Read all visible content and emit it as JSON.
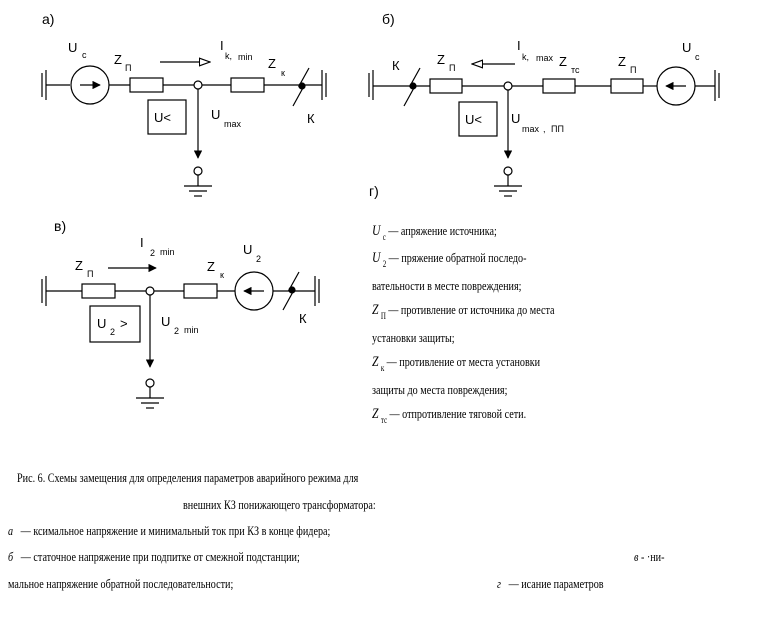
{
  "panels": {
    "a": "а)",
    "b": "б)",
    "v": "в)",
    "g": "г)"
  },
  "panel_a": {
    "source_sym": "U",
    "source_sub": "c",
    "line_sym": "Z",
    "line_sub": "П",
    "current_sym": "I",
    "current_sub1": "k,",
    "current_sub2": "min",
    "fault_imp_sym": "Z",
    "fault_imp_sub": "к",
    "relay_label": "U<",
    "voltage_sym": "U",
    "voltage_sub": "max",
    "fault_label": "К"
  },
  "panel_b": {
    "fault_label": "К",
    "line_sym": "Z",
    "line_sub": "П",
    "current_sym": "I",
    "current_sub1": "k,",
    "current_sub2": "max",
    "tract_sym": "Z",
    "tract_sub": "тс",
    "line2_sym": "Z",
    "line2_sub": "П",
    "source_sym": "U",
    "source_sub": "c",
    "relay_label": "U<",
    "voltage_sym": "U",
    "voltage_sub1": "max",
    "voltage_sub2": ",",
    "voltage_sub3": "ПП"
  },
  "panel_v": {
    "line_sym": "Z",
    "line_sub": "П",
    "current_sym": "I",
    "current_sub1": "2",
    "current_sub2": "min",
    "fault_imp_sym": "Z",
    "fault_imp_sub": "к",
    "source_sym": "U",
    "source_sub": "2",
    "relay_sym": "U",
    "relay_sub": "2",
    "relay_op": ">",
    "voltage_sym": "U",
    "voltage_sub1": "2",
    "voltage_sub2": "min",
    "fault_label": "К"
  },
  "legend": [
    {
      "sym": "U",
      "sub": "c",
      "text": "— апряжение источника;"
    },
    {
      "sym": "U",
      "sub": "2",
      "text": "— пряжение обратной последо-"
    },
    {
      "text": "вательности в месте повреждения;"
    },
    {
      "sym": "Z",
      "sub": "П",
      "text": "— противление от источника до места"
    },
    {
      "text": "установки защиты;"
    },
    {
      "sym": "Z",
      "sub": "к",
      "text": "— противление от места установки"
    },
    {
      "text": "защиты до места повреждения;"
    },
    {
      "sym": "Z",
      "sub": "тс",
      "text": "— отпротивление тяговой сети."
    }
  ],
  "caption": {
    "line1": "Рис. 6. Схемы замещения для определения параметров аварийного режима для",
    "line2": "внешних КЗ понижающего трансформатора:",
    "line3_letter": "а",
    "line3_text": "— ксимальное напряжение и минимальный ток при КЗ в конце фидера;",
    "line4_letter": "б",
    "line4_text": "— статочное напряжение при подпитке от смежной подстанции;",
    "line4_right_letter": "в",
    "line4_right_text": "- ·ни-",
    "line5_text": "мальное напряжение обратной последовательности;",
    "line5_right_letter": "г",
    "line5_right_text": "— исание параметров"
  }
}
